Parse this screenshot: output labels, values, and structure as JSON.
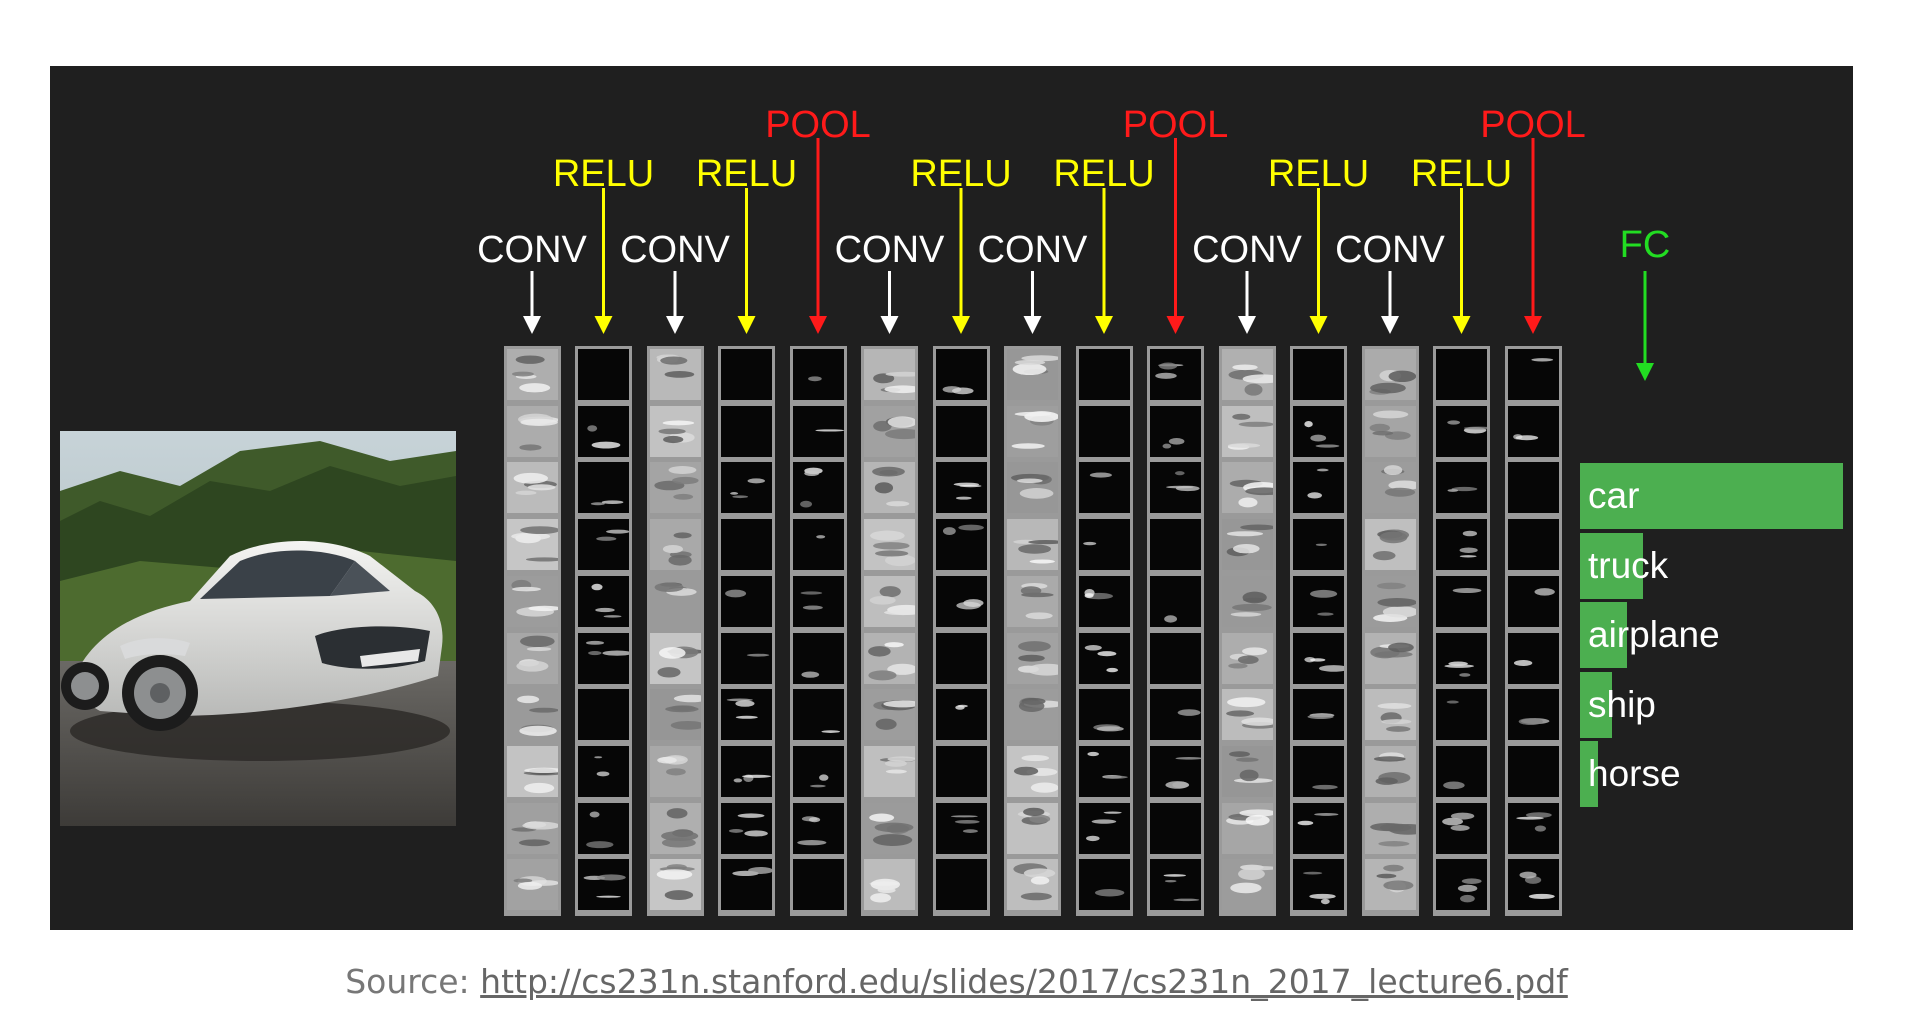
{
  "diagram": {
    "layers": [
      {
        "type": "CONV",
        "color": "#ffffff",
        "style": "gray"
      },
      {
        "type": "RELU",
        "color": "#ffff00",
        "style": "dark"
      },
      {
        "type": "CONV",
        "color": "#ffffff",
        "style": "gray"
      },
      {
        "type": "RELU",
        "color": "#ffff00",
        "style": "dark"
      },
      {
        "type": "POOL",
        "color": "#ff1a1a",
        "style": "dark"
      },
      {
        "type": "CONV",
        "color": "#ffffff",
        "style": "gray"
      },
      {
        "type": "RELU",
        "color": "#ffff00",
        "style": "dark"
      },
      {
        "type": "CONV",
        "color": "#ffffff",
        "style": "gray"
      },
      {
        "type": "RELU",
        "color": "#ffff00",
        "style": "dark"
      },
      {
        "type": "POOL",
        "color": "#ff1a1a",
        "style": "dark"
      },
      {
        "type": "CONV",
        "color": "#ffffff",
        "style": "gray"
      },
      {
        "type": "RELU",
        "color": "#ffff00",
        "style": "dark"
      },
      {
        "type": "CONV",
        "color": "#ffffff",
        "style": "gray"
      },
      {
        "type": "RELU",
        "color": "#ffff00",
        "style": "dark"
      },
      {
        "type": "POOL",
        "color": "#ff1a1a",
        "style": "dark"
      }
    ],
    "fc": {
      "label": "FC",
      "color": "#22dd22"
    },
    "classes": [
      {
        "label": "car",
        "score": 1.0
      },
      {
        "label": "truck",
        "score": 0.24
      },
      {
        "label": "airplane",
        "score": 0.18
      },
      {
        "label": "ship",
        "score": 0.12
      },
      {
        "label": "horse",
        "score": 0.07
      }
    ],
    "bar_color": "#4caf50",
    "background": "#1f1f1f",
    "input_image": "car-photo"
  },
  "caption": {
    "prefix": "Source: ",
    "link": "http://cs231n.stanford.edu/slides/2017/cs231n_2017_lecture6.pdf"
  }
}
